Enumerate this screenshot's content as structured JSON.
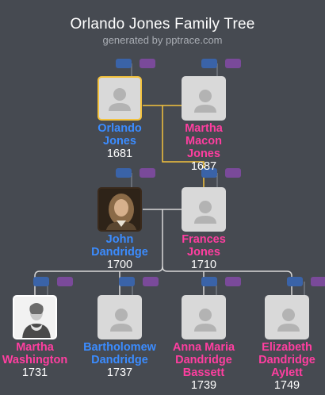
{
  "header": {
    "title": "Orlando Jones Family Tree",
    "subtitle": "generated by pptrace.com"
  },
  "colors": {
    "background": "#464a51",
    "male": "#3b8cff",
    "female": "#ff3ea0",
    "selected_border": "#f3c23d",
    "link_main": "#f3c23d",
    "link": "#d8d8d8"
  },
  "people": {
    "orlando": {
      "name": [
        "Orlando",
        "Jones"
      ],
      "year": "1681",
      "sex": "male",
      "photo": "placeholder-icon",
      "selected": true
    },
    "martha_macon": {
      "name": [
        "Martha",
        "Macon",
        "Jones"
      ],
      "year": "1687",
      "sex": "female",
      "photo": "placeholder-icon"
    },
    "john": {
      "name": [
        "John",
        "Dandridge"
      ],
      "year": "1700",
      "sex": "male",
      "photo": "portrait-icon"
    },
    "frances": {
      "name": [
        "Frances",
        "Jones"
      ],
      "year": "1710",
      "sex": "female",
      "photo": "placeholder-icon"
    },
    "martha_w": {
      "name": [
        "Martha",
        "Washington"
      ],
      "year": "1731",
      "sex": "female",
      "photo": "portrait-icon"
    },
    "bartholomew": {
      "name": [
        "Bartholomew",
        "Dandridge"
      ],
      "year": "1737",
      "sex": "male",
      "photo": "placeholder-icon"
    },
    "anna": {
      "name": [
        "Anna Maria",
        "Dandridge",
        "Bassett"
      ],
      "year": "1739",
      "sex": "female",
      "photo": "placeholder-icon"
    },
    "elizabeth": {
      "name": [
        "Elizabeth",
        "Dandridge",
        "Aylett"
      ],
      "year": "1749",
      "sex": "female",
      "photo": "placeholder-icon"
    }
  }
}
